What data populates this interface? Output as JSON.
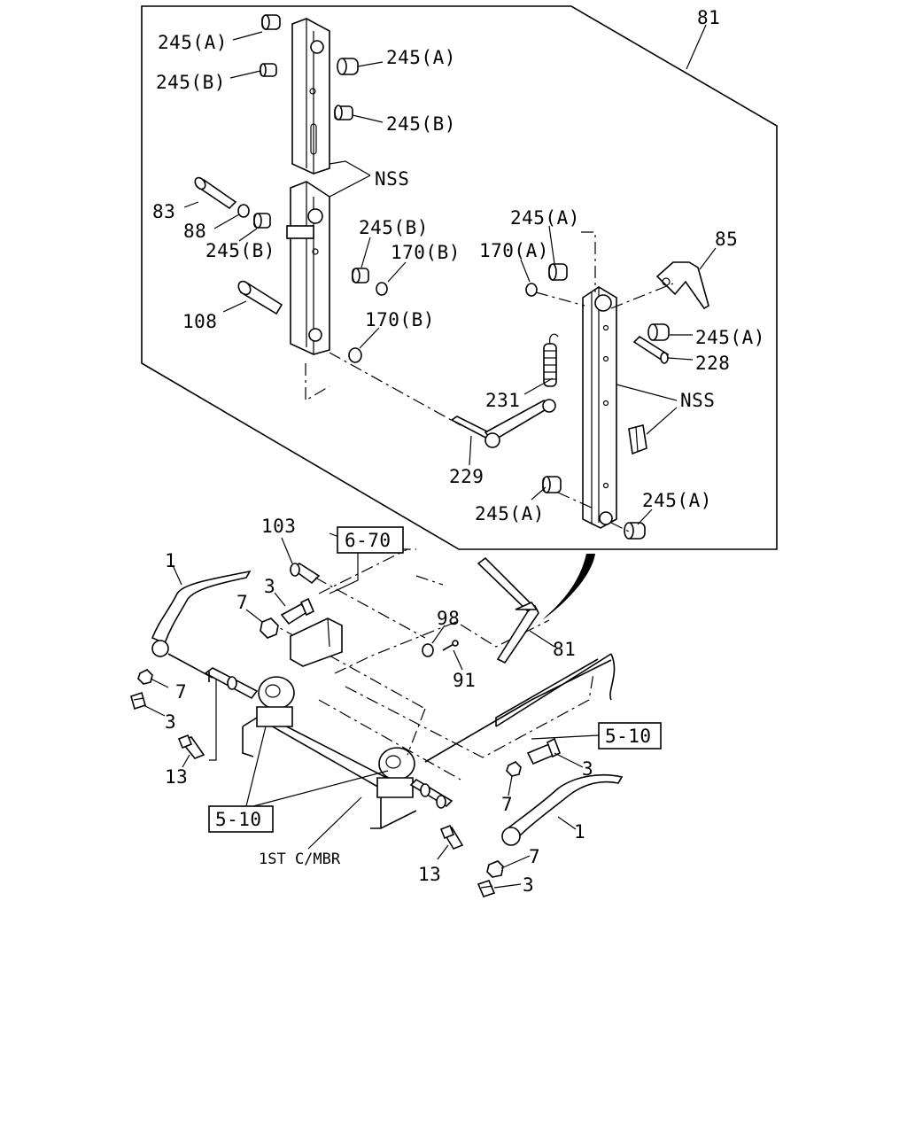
{
  "labels": {
    "callout_81_top": "81",
    "p245a_1": "245(A)",
    "p245b_1": "245(B)",
    "p245a_2": "245(A)",
    "p245b_2": "245(B)",
    "nss_1": "NSS",
    "p83": "83",
    "p88": "88",
    "p245b_3": "245(B)",
    "p245b_4": "245(B)",
    "p170b_1": "170(B)",
    "p108": "108",
    "p170b_2": "170(B)",
    "p245a_3": "245(A)",
    "p170a": "170(A)",
    "p85": "85",
    "p245a_4": "245(A)",
    "p228": "228",
    "p231": "231",
    "nss_2": "NSS",
    "p229": "229",
    "p245a_5": "245(A)",
    "p245a_6": "245(A)",
    "p103": "103",
    "ref_6_70": "6-70",
    "p1_left": "1",
    "p3_a": "3",
    "p7_a": "7",
    "p98": "98",
    "p81_lower": "81",
    "p91": "91",
    "p7_b": "7",
    "p3_b": "3",
    "p13_a": "13",
    "ref_5_10_right": "5-10",
    "p3_c": "3",
    "p7_c": "7",
    "ref_5_10_left": "5-10",
    "p1_right": "1",
    "first_cross_member": "1ST C/MBR",
    "p13_b": "13",
    "p7_d": "7",
    "p3_d": "3"
  }
}
